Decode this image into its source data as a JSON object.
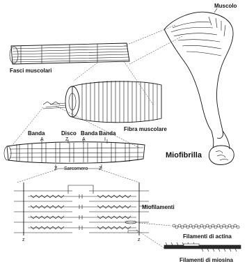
{
  "labels": {
    "muscle": "Muscolo",
    "fascicles": "Fasci muscolari",
    "fiber": "Fibra muscolare",
    "band_a1": "Banda",
    "disc": "Disco",
    "band_a2": "Banda",
    "band_i": "Banda",
    "z_left": "Z",
    "a_letter": "A",
    "i_letter": "I",
    "sarcomere": "Sarcomero",
    "z_right": "Z",
    "myofibril": "Miofibrilla",
    "myofilaments": "Miofilamenti",
    "actin": "Filamenti di actina",
    "myosin": "Filamenti di miosina",
    "z_bottom_left": "z",
    "z_bottom_right": "z"
  }
}
